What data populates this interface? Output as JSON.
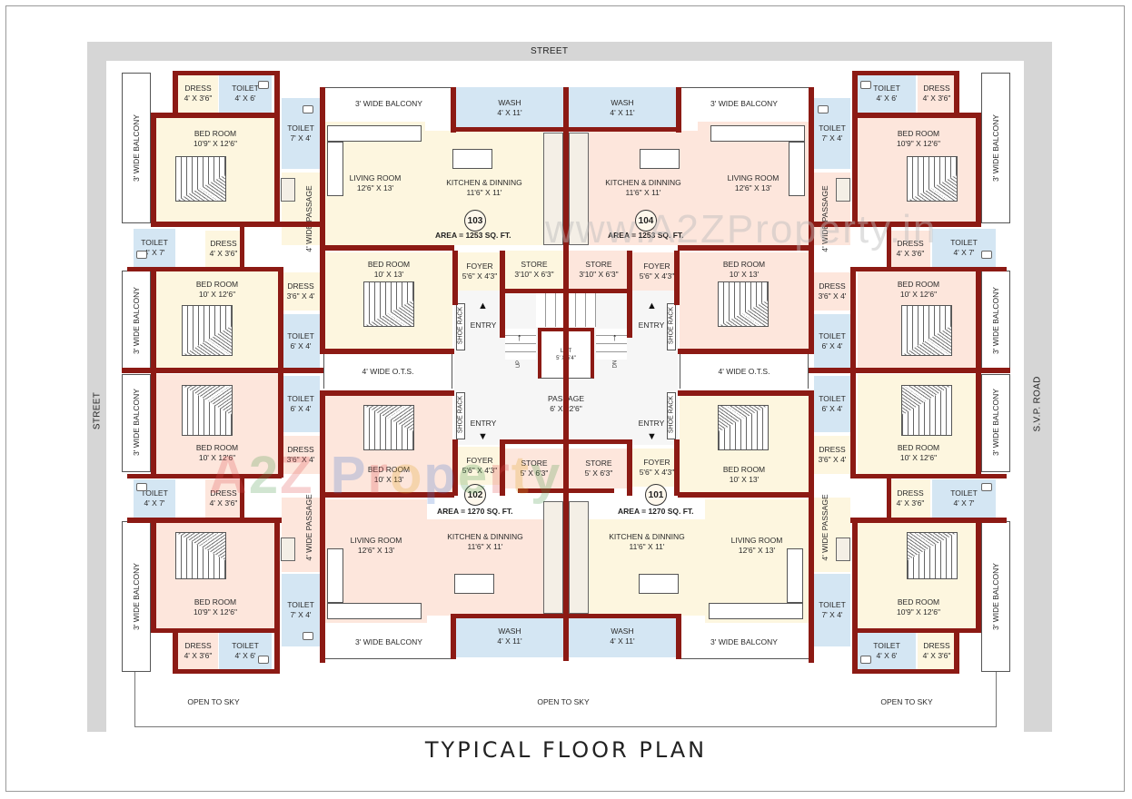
{
  "title": "TYPICAL FLOOR PLAN",
  "roads": {
    "top": "STREET",
    "left": "STREET",
    "right": "S.V.P. ROAD"
  },
  "open_to_sky": [
    "OPEN TO SKY",
    "OPEN TO SKY",
    "OPEN TO SKY"
  ],
  "watermarks": {
    "center": "A2Z Property",
    "top": "www.A2ZProperty.in"
  },
  "colors": {
    "wall": "#8c1a14",
    "yellow_room": "#fdf6df",
    "pink_room": "#fde6dc",
    "wet_area": "#d4e6f3",
    "road": "#d6d6d6"
  },
  "core": {
    "lift": {
      "name": "LIFT",
      "dim": "5' X 5'4\""
    },
    "passage": {
      "name": "PASSAGE",
      "dim": "6' X 22'6\""
    },
    "ots_left": "4' WIDE O.T.S.",
    "ots_right": "4' WIDE O.T.S.",
    "stair_up": "UP",
    "stair_dn": "DN",
    "entry": "ENTRY",
    "shoe_rack": "SHOE RACK"
  },
  "units": {
    "u103": {
      "number": "103",
      "area": "AREA = 1253 SQ. FT.",
      "balcony_side": "3' WIDE BALCONY",
      "dress1": {
        "name": "DRESS",
        "dim": "4' X 3'6\""
      },
      "toilet1": {
        "name": "TOILET",
        "dim": "4' X 6'"
      },
      "bed1": {
        "name": "BED ROOM",
        "dim": "10'9\" X 12'6\""
      },
      "toilet_common": {
        "name": "TOILET",
        "dim": "7' X 4'"
      },
      "passage": "4' WIDE PASSAGE",
      "balcony_top": "3' WIDE BALCONY",
      "living": {
        "name": "LIVING ROOM",
        "dim": "12'6\" X 13'"
      },
      "wash": {
        "name": "WASH",
        "dim": "4' X 11'"
      },
      "kitchen": {
        "name": "KITCHEN & DINNING",
        "dim": "11'6\" X 11'"
      },
      "toilet2": {
        "name": "TOILET",
        "dim": "4' X 7'"
      },
      "dress2": {
        "name": "DRESS",
        "dim": "4' X 3'6\""
      },
      "bed2": {
        "name": "BED ROOM",
        "dim": "10' X 12'6\""
      },
      "balcony_side2": "3' WIDE BALCONY",
      "dress3": {
        "name": "DRESS",
        "dim": "3'6\" X 4'"
      },
      "toilet3": {
        "name": "TOILET",
        "dim": "6' X 4'"
      },
      "bed3": {
        "name": "BED ROOM",
        "dim": "10' X 13'"
      },
      "foyer": {
        "name": "FOYER",
        "dim": "5'6\" X 4'3\""
      },
      "store": {
        "name": "STORE",
        "dim": "3'10\" X 6'3\""
      }
    },
    "u104": {
      "number": "104",
      "area": "AREA = 1253 SQ. FT.",
      "balcony_side": "3' WIDE BALCONY",
      "dress1": {
        "name": "DRESS",
        "dim": "4' X 3'6\""
      },
      "toilet1": {
        "name": "TOILET",
        "dim": "4' X 6'"
      },
      "bed1": {
        "name": "BED ROOM",
        "dim": "10'9\" X 12'6\""
      },
      "toilet_common": {
        "name": "TOILET",
        "dim": "7' X 4'"
      },
      "passage": "4' WIDE PASSAGE",
      "balcony_top": "3' WIDE BALCONY",
      "living": {
        "name": "LIVING ROOM",
        "dim": "12'6\" X 13'"
      },
      "wash": {
        "name": "WASH",
        "dim": "4' X 11'"
      },
      "kitchen": {
        "name": "KITCHEN & DINNING",
        "dim": "11'6\" X 11'"
      },
      "toilet2": {
        "name": "TOILET",
        "dim": "4' X 7'"
      },
      "dress2": {
        "name": "DRESS",
        "dim": "4' X 3'6\""
      },
      "bed2": {
        "name": "BED ROOM",
        "dim": "10' X 12'6\""
      },
      "balcony_side2": "3' WIDE BALCONY",
      "dress3": {
        "name": "DRESS",
        "dim": "3'6\" X 4'"
      },
      "toilet3": {
        "name": "TOILET",
        "dim": "6' X 4'"
      },
      "bed3": {
        "name": "BED ROOM",
        "dim": "10' X 13'"
      },
      "foyer": {
        "name": "FOYER",
        "dim": "5'6\" X 4'3\""
      },
      "store": {
        "name": "STORE",
        "dim": "3'10\" X 6'3\""
      }
    },
    "u102": {
      "number": "102",
      "area": "AREA = 1270 SQ. FT.",
      "balcony_side": "3' WIDE BALCONY",
      "dress1": {
        "name": "DRESS",
        "dim": "4' X 3'6\""
      },
      "toilet1": {
        "name": "TOILET",
        "dim": "4' X 6'"
      },
      "bed1": {
        "name": "BED ROOM",
        "dim": "10'9\" X 12'6\""
      },
      "toilet_common": {
        "name": "TOILET",
        "dim": "7' X 4'"
      },
      "passage": "4' WIDE PASSAGE",
      "balcony_bottom": "3' WIDE BALCONY",
      "living": {
        "name": "LIVING ROOM",
        "dim": "12'6\" X 13'"
      },
      "wash": {
        "name": "WASH",
        "dim": "4' X 11'"
      },
      "kitchen": {
        "name": "KITCHEN & DINNING",
        "dim": "11'6\" X 11'"
      },
      "toilet2": {
        "name": "TOILET",
        "dim": "4' X 7'"
      },
      "dress2": {
        "name": "DRESS",
        "dim": "4' X 3'6\""
      },
      "bed2": {
        "name": "BED ROOM",
        "dim": "10' X 12'6\""
      },
      "balcony_side2": "3' WIDE BALCONY",
      "dress3": {
        "name": "DRESS",
        "dim": "3'6\" X 4'"
      },
      "toilet3": {
        "name": "TOILET",
        "dim": "6' X 4'"
      },
      "bed3": {
        "name": "BED ROOM",
        "dim": "10' X 13'"
      },
      "foyer": {
        "name": "FOYER",
        "dim": "5'6\" X 4'3\""
      },
      "store": {
        "name": "STORE",
        "dim": "5' X 6'3\""
      }
    },
    "u101": {
      "number": "101",
      "area": "AREA = 1270 SQ. FT.",
      "balcony_side": "3' WIDE BALCONY",
      "dress1": {
        "name": "DRESS",
        "dim": "4' X 3'6\""
      },
      "toilet1": {
        "name": "TOILET",
        "dim": "4' X 6'"
      },
      "bed1": {
        "name": "BED ROOM",
        "dim": "10'9\" X 12'6\""
      },
      "toilet_common": {
        "name": "TOILET",
        "dim": "7' X 4'"
      },
      "passage": "4' WIDE PASSAGE",
      "balcony_bottom": "3' WIDE BALCONY",
      "living": {
        "name": "LIVING ROOM",
        "dim": "12'6\" X 13'"
      },
      "wash": {
        "name": "WASH",
        "dim": "4' X 11'"
      },
      "kitchen": {
        "name": "KITCHEN & DINNING",
        "dim": "11'6\" X 11'"
      },
      "toilet2": {
        "name": "TOILET",
        "dim": "4' X 7'"
      },
      "dress2": {
        "name": "DRESS",
        "dim": "4' X 3'6\""
      },
      "bed2": {
        "name": "BED ROOM",
        "dim": "10' X 12'6\""
      },
      "balcony_side2": "3' WIDE BALCONY",
      "dress3": {
        "name": "DRESS",
        "dim": "3'6\" X 4'"
      },
      "toilet3": {
        "name": "TOILET",
        "dim": "6' X 4'"
      },
      "bed3": {
        "name": "BED ROOM",
        "dim": "10' X 13'"
      },
      "foyer": {
        "name": "FOYER",
        "dim": "5'6\" X 4'3\""
      },
      "store": {
        "name": "STORE",
        "dim": "5' X 6'3\""
      }
    }
  }
}
